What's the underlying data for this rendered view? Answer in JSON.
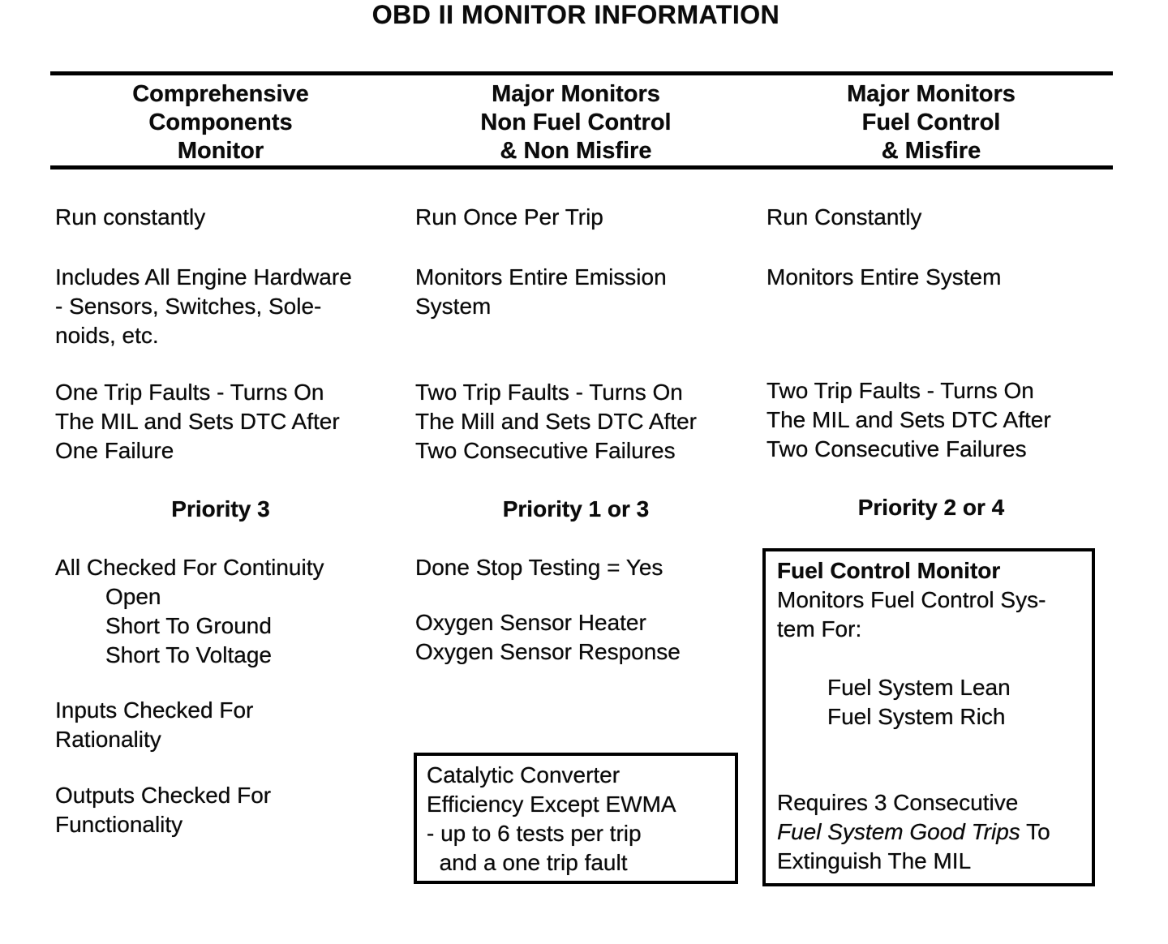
{
  "title": "OBD II MONITOR INFORMATION",
  "col1": {
    "header": "Comprehensive\nComponents\nMonitor",
    "run": "Run constantly",
    "includes": "Includes All Engine Hardware\n- Sensors, Switches, Sole-\nnoids, etc.",
    "faults": "One Trip Faults - Turns On\nThe MIL and Sets DTC After\nOne Failure",
    "priority": "Priority 3",
    "checked_heading": "All Checked For Continuity",
    "checked_items": "Open\nShort To Ground\nShort To Voltage",
    "inputs": "Inputs Checked For\nRationality",
    "outputs": "Outputs Checked For\nFunctionality"
  },
  "col2": {
    "header": "Major Monitors\nNon Fuel Control\n& Non Misfire",
    "run": "Run Once Per Trip",
    "monitors": "Monitors Entire Emission\nSystem",
    "faults": "Two Trip Faults - Turns On\nThe Mill and Sets DTC After\nTwo Consecutive Failures",
    "priority": "Priority 1 or 3",
    "done": "Done Stop Testing = Yes",
    "oxygen": "Oxygen Sensor Heater\nOxygen Sensor Response",
    "catalytic_box": "Catalytic Converter\nEfficiency Except EWMA\n- up to 6 tests per trip\n  and a one trip fault"
  },
  "col3": {
    "header": "Major Monitors\nFuel Control\n& Misfire",
    "run": "Run Constantly",
    "monitors": "Monitors Entire System",
    "faults": "Two Trip Faults - Turns On\nThe MIL and Sets DTC After\nTwo Consecutive Failures",
    "priority": "Priority 2 or 4",
    "fuel_box_title": "Fuel Control Monitor",
    "fuel_box_body": "Monitors Fuel Control Sys-\ntem For:",
    "fuel_box_items": "Fuel System Lean\nFuel System Rich",
    "requires_line1": "Requires 3 Consecutive",
    "requires_italic": "Fuel System Good Trips",
    "requires_tail": " To",
    "requires_line3": "Extinguish The MIL"
  }
}
